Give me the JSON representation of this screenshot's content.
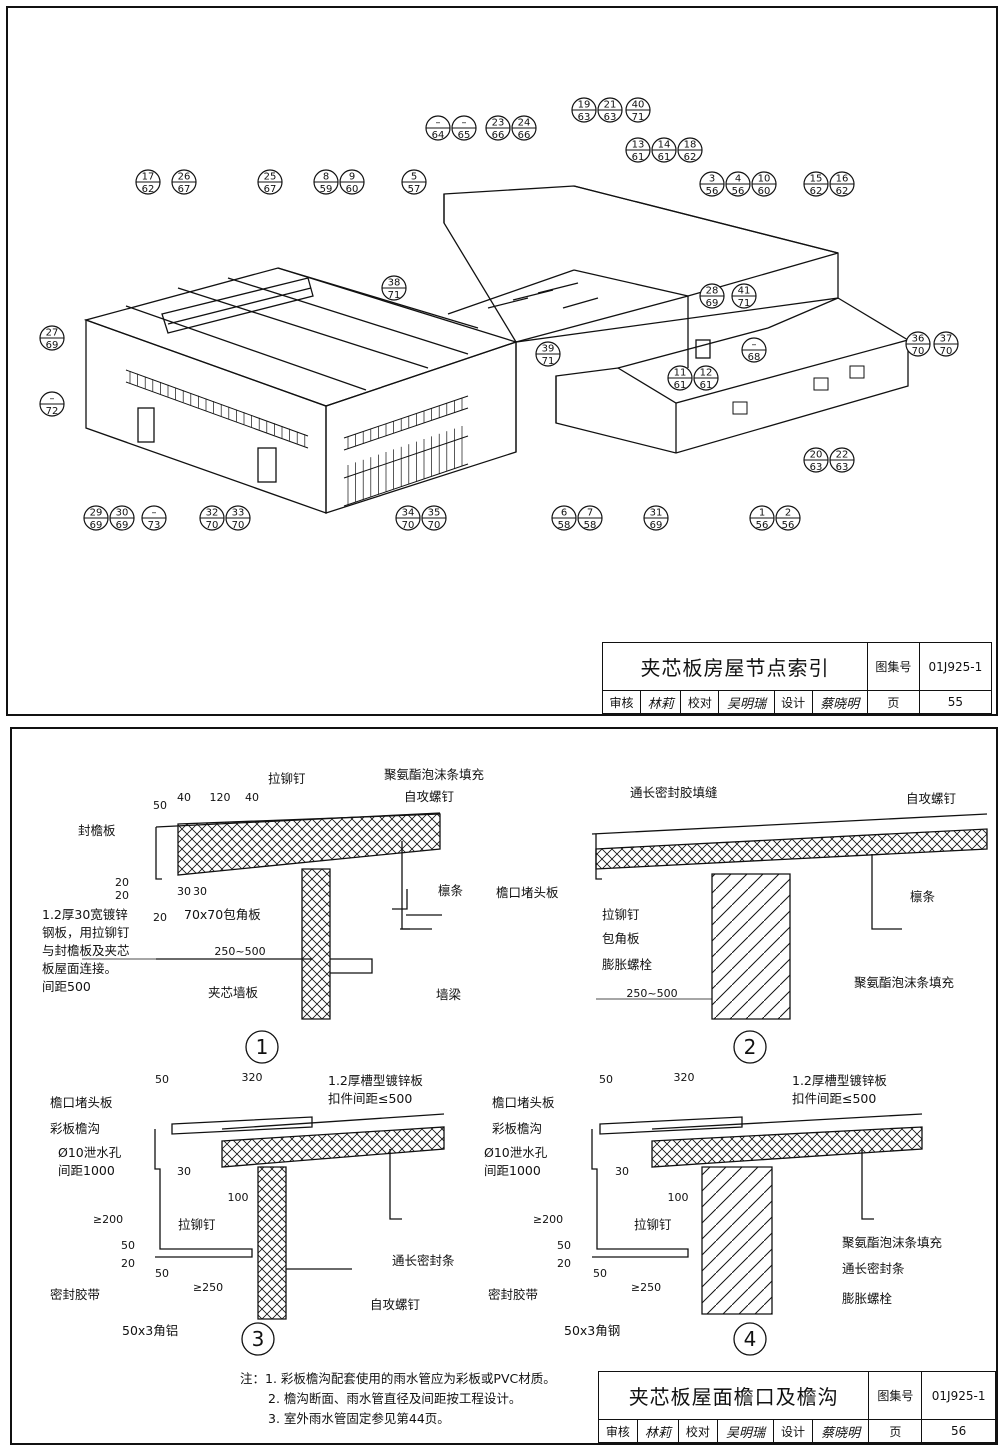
{
  "sheet1": {
    "refs": [
      {
        "t": "17",
        "b": "62"
      },
      {
        "t": "26",
        "b": "67"
      },
      {
        "t": "25",
        "b": "67"
      },
      {
        "t": "8",
        "b": "59"
      },
      {
        "t": "9",
        "b": "60"
      },
      {
        "t": "5",
        "b": "57"
      },
      {
        "t": "–",
        "b": "64"
      },
      {
        "t": "–",
        "b": "65"
      },
      {
        "t": "23",
        "b": "66"
      },
      {
        "t": "24",
        "b": "66"
      },
      {
        "t": "19",
        "b": "63"
      },
      {
        "t": "21",
        "b": "63"
      },
      {
        "t": "40",
        "b": "71"
      },
      {
        "t": "13",
        "b": "61"
      },
      {
        "t": "14",
        "b": "61"
      },
      {
        "t": "18",
        "b": "62"
      },
      {
        "t": "3",
        "b": "56"
      },
      {
        "t": "4",
        "b": "56"
      },
      {
        "t": "10",
        "b": "60"
      },
      {
        "t": "15",
        "b": "62"
      },
      {
        "t": "16",
        "b": "62"
      },
      {
        "t": "38",
        "b": "71"
      },
      {
        "t": "28",
        "b": "69"
      },
      {
        "t": "41",
        "b": "71"
      },
      {
        "t": "27",
        "b": "69"
      },
      {
        "t": "39",
        "b": "71"
      },
      {
        "t": "–",
        "b": "68"
      },
      {
        "t": "36",
        "b": "70"
      },
      {
        "t": "37",
        "b": "70"
      },
      {
        "t": "11",
        "b": "61"
      },
      {
        "t": "12",
        "b": "61"
      },
      {
        "t": "–",
        "b": "72"
      },
      {
        "t": "20",
        "b": "63"
      },
      {
        "t": "22",
        "b": "63"
      },
      {
        "t": "29",
        "b": "69"
      },
      {
        "t": "30",
        "b": "69"
      },
      {
        "t": "–",
        "b": "73"
      },
      {
        "t": "32",
        "b": "70"
      },
      {
        "t": "33",
        "b": "70"
      },
      {
        "t": "34",
        "b": "70"
      },
      {
        "t": "35",
        "b": "70"
      },
      {
        "t": "6",
        "b": "58"
      },
      {
        "t": "7",
        "b": "58"
      },
      {
        "t": "31",
        "b": "69"
      },
      {
        "t": "1",
        "b": "56"
      },
      {
        "t": "2",
        "b": "56"
      }
    ],
    "title": "夹芯板房屋节点索引",
    "atlas_label": "图集号",
    "atlas_no": "01J925-1",
    "review_label": "审核",
    "review_sig": "林莉",
    "check_label": "校对",
    "check_sig": "吴明瑞",
    "design_label": "设计",
    "design_sig": "蔡晓明",
    "page_label": "页",
    "page_no": "55"
  },
  "sheet2": {
    "d1": {
      "dims": [
        "50",
        "40",
        "120",
        "40",
        "20",
        "20",
        "30",
        "30",
        "20",
        "250~500"
      ],
      "labels": [
        "拉铆钉",
        "聚氨酯泡沫条填充",
        "自攻螺钉",
        "封檐板",
        "檩条",
        "70x70包角板",
        "夹芯墙板",
        "墙梁"
      ],
      "note_lines": [
        "1.2厚30宽镀锌",
        "钢板，用拉铆钉",
        "与封檐板及夹芯",
        "板屋面连接。",
        "间距500"
      ],
      "number": "1"
    },
    "d2": {
      "dims": [
        "250~500"
      ],
      "labels": [
        "通长密封胶填缝",
        "自攻螺钉",
        "檐口堵头板",
        "檩条",
        "拉铆钉",
        "包角板",
        "膨胀螺栓",
        "聚氨酯泡沫条填充"
      ],
      "number": "2"
    },
    "d3": {
      "dims": [
        "50",
        "320",
        "30",
        "100",
        "≥200",
        "50",
        "20",
        "50",
        "≥250"
      ],
      "labels": [
        "1.2厚槽型镀锌板",
        "扣件间距≤500",
        "檐口堵头板",
        "彩板檐沟",
        "Ø10泄水孔",
        "间距1000",
        "拉铆钉",
        "密封胶带",
        "50x3角铝",
        "通长密封条",
        "自攻螺钉"
      ],
      "number": "3"
    },
    "d4": {
      "dims": [
        "50",
        "320",
        "30",
        "100",
        "≥200",
        "50",
        "20",
        "50",
        "≥250"
      ],
      "labels": [
        "1.2厚槽型镀锌板",
        "扣件间距≤500",
        "檐口堵头板",
        "彩板檐沟",
        "Ø10泄水孔",
        "间距1000",
        "拉铆钉",
        "密封胶带",
        "50x3角钢",
        "聚氨酯泡沫条填充",
        "通长密封条",
        "膨胀螺栓"
      ],
      "number": "4"
    },
    "notes": [
      "注：1. 彩板檐沟配套使用的雨水管应为彩板或PVC材质。",
      "2. 檐沟断面、雨水管直径及间距按工程设计。",
      "3. 室外雨水管固定参见第44页。"
    ],
    "title": "夹芯板屋面檐口及檐沟",
    "atlas_label": "图集号",
    "atlas_no": "01J925-1",
    "review_label": "审核",
    "review_sig": "林莉",
    "check_label": "校对",
    "check_sig": "吴明瑞",
    "design_label": "设计",
    "design_sig": "蔡晓明",
    "page_label": "页",
    "page_no": "56"
  }
}
